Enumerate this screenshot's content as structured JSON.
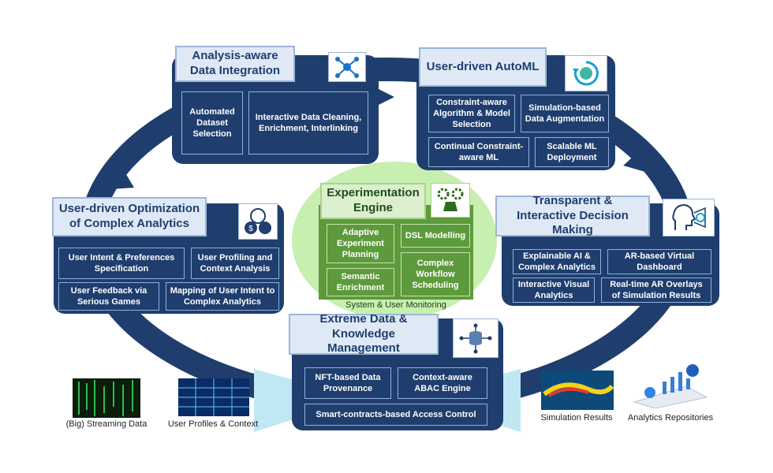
{
  "data_integration": {
    "title": "Analysis-aware Data Integration",
    "items": [
      "Automated Dataset Selection",
      "Interactive Data Cleaning, Enrichment, Interlinking"
    ]
  },
  "automl": {
    "title": "User-driven AutoML",
    "items": [
      "Constraint-aware Algorithm & Model Selection",
      "Simulation-based Data Augmentation",
      "Continual Constraint-aware ML",
      "Scalable ML Deployment"
    ]
  },
  "optimization": {
    "title": "User-driven Optimization of Complex Analytics",
    "items": [
      "User Intent & Preferences Specification",
      "User Profiling and Context Analysis",
      "User Feedback via Serious Games",
      "Mapping of User Intent to Complex Analytics"
    ]
  },
  "decision": {
    "title": "Transparent & Interactive Decision Making",
    "items": [
      "Explainable AI & Complex Analytics",
      "AR-based Virtual Dashboard",
      "Interactive Visual Analytics",
      "Real-time AR Overlays of Simulation Results"
    ]
  },
  "data_mgmt": {
    "title": "Extreme Data & Knowledge Management",
    "items": [
      "NFT-based Data Provenance",
      "Context-aware ABAC Engine",
      "Smart-contracts-based Access Control"
    ]
  },
  "engine": {
    "title": "Experimentation Engine",
    "items": [
      "Adaptive Experiment Planning",
      "DSL Modelling",
      "Semantic Enrichment",
      "Complex Workflow Scheduling"
    ],
    "footer": "System & User Monitoring"
  },
  "sources": {
    "streaming": "(Big) Streaming Data",
    "profiles": "User Profiles & Context",
    "simulation": "Simulation Results",
    "repositories": "Analytics Repositories"
  },
  "icons": [
    "network-icon",
    "brain-cycle-icon",
    "gears-icon",
    "money-gauge-icon",
    "head-vision-icon",
    "database-icon"
  ],
  "colors": {
    "panel": "#1f3e6e",
    "ring": "#1f3e6e",
    "engine_green": "#5d9a3c",
    "engine_halo": "#c6efb0"
  }
}
